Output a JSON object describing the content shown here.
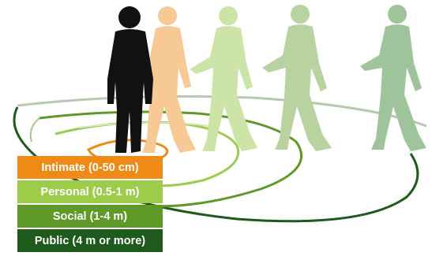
{
  "zones": [
    {
      "label": "Intimate (0-50 cm)",
      "color": "#ef8a16"
    },
    {
      "label": "Personal (0.5-1 m)",
      "color": "#9ccc4a"
    },
    {
      "label": "Social (1-4 m)",
      "color": "#5f9a28"
    },
    {
      "label": "Public (4 m or more)",
      "color": "#1e5a1c"
    }
  ],
  "figures": [
    {
      "name": "standing-person",
      "color": "#111111"
    },
    {
      "name": "walking-person-1",
      "color": "#f7c994"
    },
    {
      "name": "walking-person-2",
      "color": "#cde4a8"
    },
    {
      "name": "walking-person-3",
      "color": "#b8d3a0"
    },
    {
      "name": "walking-person-4",
      "color": "#9fc39a"
    }
  ]
}
